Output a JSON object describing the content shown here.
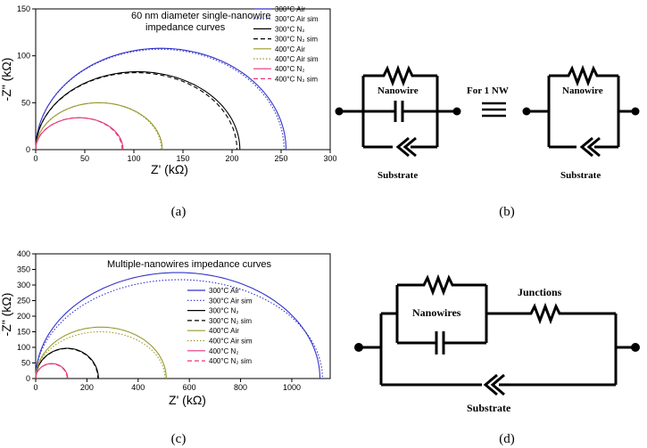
{
  "chart_data": [
    {
      "type": "line",
      "panel": "(a)",
      "title": "60 nm diameter single-nanowire impedance curves",
      "title_lines": [
        "60 nm diameter single-nanowire",
        "impedance curves"
      ],
      "xlabel": "Z' (kΩ)",
      "ylabel": "-Z\" (kΩ)",
      "xlim": [
        0,
        300
      ],
      "ylim": [
        0,
        150
      ],
      "xticks": [
        "0",
        "50",
        "100",
        "150",
        "200",
        "250",
        "300"
      ],
      "yticks": [
        "0",
        "50",
        "100",
        "150"
      ],
      "series": [
        {
          "name": "300°C Air",
          "color": "#3333cc",
          "dash": "solid",
          "x0": 0,
          "x1": 255,
          "peak": 108
        },
        {
          "name": "300°C Air sim",
          "color": "#3333cc",
          "dash": "dotted",
          "x0": 0,
          "x1": 253,
          "peak": 107
        },
        {
          "name": "300°C N₂",
          "color": "#000000",
          "dash": "solid",
          "x0": 0,
          "x1": 208,
          "peak": 83
        },
        {
          "name": "300°C N₂ sim",
          "color": "#000000",
          "dash": "dashed",
          "x0": 0,
          "x1": 205,
          "peak": 82
        },
        {
          "name": "400°C Air",
          "color": "#99992e",
          "dash": "solid",
          "x0": 0,
          "x1": 129,
          "peak": 50
        },
        {
          "name": "400°C Air sim",
          "color": "#99992e",
          "dash": "dotted",
          "x0": 0,
          "x1": 128,
          "peak": 50
        },
        {
          "name": "400°C N₂",
          "color": "#e8337a",
          "dash": "solid",
          "x0": 0,
          "x1": 89,
          "peak": 34
        },
        {
          "name": "400°C N₂ sim",
          "color": "#e8337a",
          "dash": "dashed",
          "x0": 0,
          "x1": 88,
          "peak": 34
        }
      ]
    },
    {
      "type": "line",
      "panel": "(c)",
      "title": "Multiple-nanowires impedance curves",
      "xlabel": "Z' (kΩ)",
      "ylabel": "-Z\" (kΩ)",
      "xlim": [
        0,
        1150
      ],
      "ylim": [
        0,
        400
      ],
      "xticks": [
        "0",
        "200",
        "400",
        "600",
        "800",
        "1000"
      ],
      "yticks": [
        "0",
        "50",
        "100",
        "150",
        "200",
        "250",
        "300",
        "350",
        "400"
      ],
      "series": [
        {
          "name": "300°C Air",
          "color": "#3333cc",
          "dash": "solid",
          "x0": 0,
          "x1": 1110,
          "peak": 340
        },
        {
          "name": "300°C Air sim",
          "color": "#3333cc",
          "dash": "dotted",
          "x0": 0,
          "x1": 1120,
          "peak": 317
        },
        {
          "name": "300°C N₂",
          "color": "#000000",
          "dash": "solid",
          "x0": 0,
          "x1": 245,
          "peak": 97
        },
        {
          "name": "300°C N₂ sim",
          "color": "#000000",
          "dash": "dashed",
          "x0": 0,
          "x1": 243,
          "peak": 96
        },
        {
          "name": "400°C Air",
          "color": "#99992e",
          "dash": "solid",
          "x0": 0,
          "x1": 510,
          "peak": 165
        },
        {
          "name": "400°C Air sim",
          "color": "#99992e",
          "dash": "dotted",
          "x0": 0,
          "x1": 505,
          "peak": 150
        },
        {
          "name": "400°C N₂",
          "color": "#e8337a",
          "dash": "solid",
          "x0": 0,
          "x1": 125,
          "peak": 48
        },
        {
          "name": "400°C N₂ sim",
          "color": "#e8337a",
          "dash": "dashed",
          "x0": 0,
          "x1": 123,
          "peak": 47
        }
      ]
    }
  ],
  "diagram_b": {
    "panel": "(b)",
    "left_nanowire": "Nanowire",
    "left_substrate": "Substrate",
    "connector": "For 1 NW",
    "right_nanowire": "Nanowire",
    "right_substrate": "Substrate"
  },
  "diagram_d": {
    "panel": "(d)",
    "nanowires": "Nanowires",
    "junctions": "Junctions",
    "substrate": "Substrate"
  }
}
